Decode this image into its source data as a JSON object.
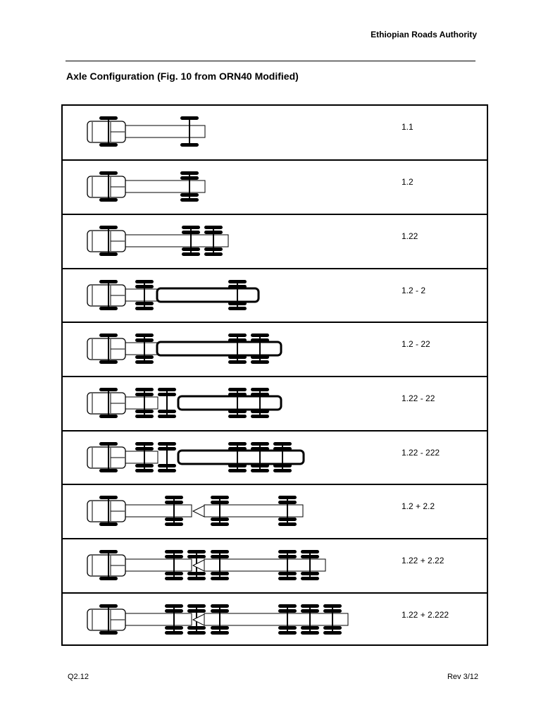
{
  "header": {
    "organization": "Ethiopian Roads Authority"
  },
  "title": "Axle Configuration (Fig. 10 from ORN40 Modified)",
  "configurations": [
    {
      "code": "1.1",
      "rear": [
        1
      ],
      "rear_type": "single",
      "trailer": []
    },
    {
      "code": "1.2",
      "rear": [
        2
      ],
      "rear_type": "dual",
      "trailer": []
    },
    {
      "code": "1.22",
      "rear": [
        2,
        2
      ],
      "rear_type": "dual",
      "trailer": []
    },
    {
      "code": "1.2 - 2",
      "rear": [
        2
      ],
      "rear_type": "dual",
      "semi": [
        2
      ]
    },
    {
      "code": "1.2 - 22",
      "rear": [
        2
      ],
      "rear_type": "dual",
      "semi": [
        2,
        2
      ]
    },
    {
      "code": "1.22 - 22",
      "rear": [
        2,
        2
      ],
      "rear_type": "dual",
      "semi": [
        2,
        2
      ]
    },
    {
      "code": "1.22 - 222",
      "rear": [
        2,
        2
      ],
      "rear_type": "dual",
      "semi": [
        2,
        2,
        2
      ]
    },
    {
      "code": "1.2 + 2.2",
      "rear": [
        2
      ],
      "rear_type": "dual",
      "drawbar": [
        [
          2
        ],
        [
          2
        ]
      ]
    },
    {
      "code": "1.22 + 2.22",
      "rear": [
        2,
        2
      ],
      "rear_type": "dual",
      "drawbar": [
        [
          2
        ],
        [
          2,
          2
        ]
      ]
    },
    {
      "code": "1.22 + 2.222",
      "rear": [
        2,
        2
      ],
      "rear_type": "dual",
      "drawbar": [
        [
          2
        ],
        [
          2,
          2,
          2
        ]
      ]
    }
  ],
  "footer": {
    "left": "Q2.12",
    "right": "Rev 3/12"
  }
}
